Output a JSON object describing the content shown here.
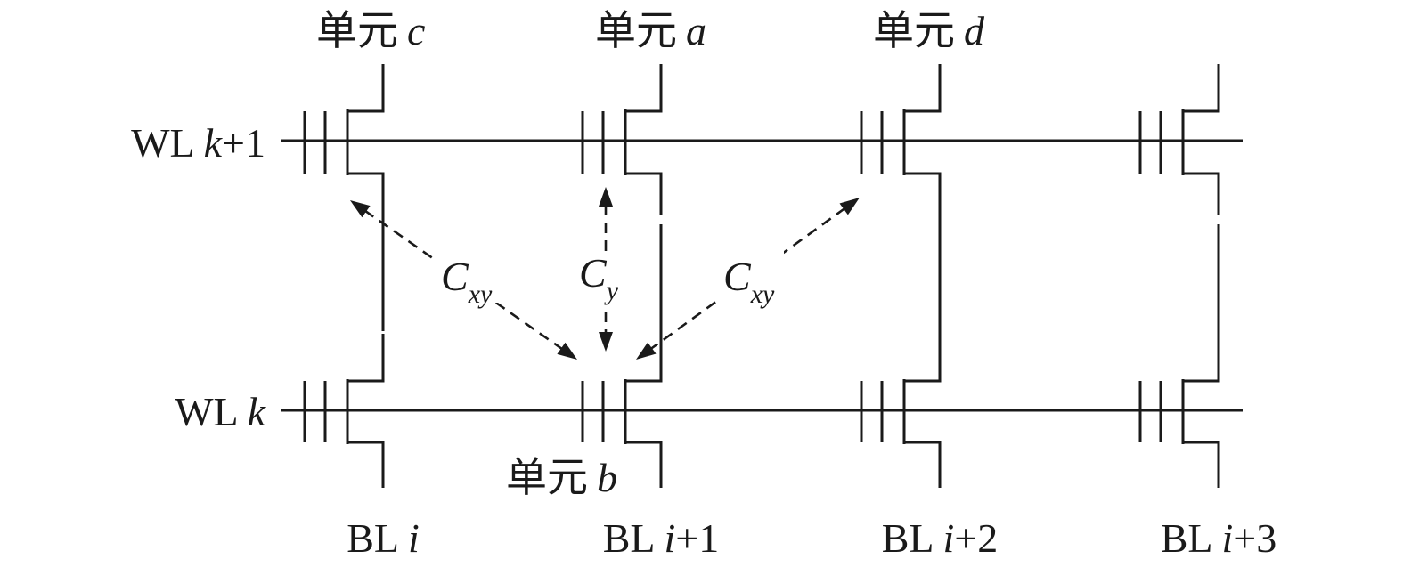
{
  "cells": {
    "c": {
      "prefix": "单元",
      "letter": "c"
    },
    "a": {
      "prefix": "单元",
      "letter": "a"
    },
    "d": {
      "prefix": "单元",
      "letter": "d"
    },
    "b": {
      "prefix": "单元",
      "letter": "b"
    }
  },
  "word_lines": [
    {
      "prefix": "WL",
      "var": "k",
      "suffix": "+1"
    },
    {
      "prefix": "WL",
      "var": "k",
      "suffix": ""
    }
  ],
  "bit_lines": [
    {
      "prefix": "BL",
      "var": "i",
      "suffix": ""
    },
    {
      "prefix": "BL",
      "var": "i",
      "suffix": "+1"
    },
    {
      "prefix": "BL",
      "var": "i",
      "suffix": "+2"
    },
    {
      "prefix": "BL",
      "var": "i",
      "suffix": "+3"
    }
  ],
  "capacitances": {
    "left": {
      "main": "C",
      "sub": "xy"
    },
    "center": {
      "main": "C",
      "sub": "y"
    },
    "right": {
      "main": "C",
      "sub": "xy"
    }
  }
}
